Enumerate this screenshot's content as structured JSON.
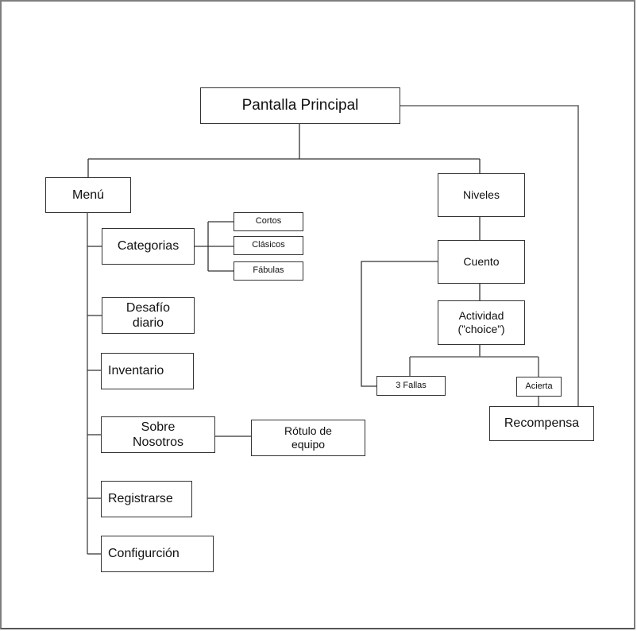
{
  "diagram": {
    "type": "site-map",
    "root": {
      "id": "pantalla-principal",
      "label": "Pantalla Principal"
    },
    "menu": {
      "label": "Menú",
      "items": [
        {
          "id": "categorias",
          "label": "Categorias",
          "children": [
            "Cortos",
            "Clásicos",
            "Fábulas"
          ]
        },
        {
          "id": "desafio-diario",
          "label": "Desafío\ndiario"
        },
        {
          "id": "inventario",
          "label": "Inventario"
        },
        {
          "id": "sobre-nosotros",
          "label": "Sobre\nNosotros",
          "children": [
            "Rótulo de\nequipo"
          ]
        },
        {
          "id": "registrarse",
          "label": "Registrarse"
        },
        {
          "id": "configuracion",
          "label": "Configurción"
        }
      ]
    },
    "categorias_children": {
      "cortos": "Cortos",
      "clasicos": "Clásicos",
      "fabulas": "Fábulas"
    },
    "sobre_nosotros_child": "Rótulo de\nequipo",
    "niveles": {
      "label": "Niveles",
      "cuento": "Cuento",
      "actividad": "Actividad\n(”choice”)",
      "fallas": "3 Fallas",
      "acierta": "Acierta",
      "recompensa": "Recompensa"
    },
    "edges": [
      [
        "Pantalla Principal",
        "Menú"
      ],
      [
        "Pantalla Principal",
        "Niveles"
      ],
      [
        "Pantalla Principal",
        "Recompensa"
      ],
      [
        "Menú",
        "Categorias"
      ],
      [
        "Menú",
        "Desafío diario"
      ],
      [
        "Menú",
        "Inventario"
      ],
      [
        "Menú",
        "Sobre Nosotros"
      ],
      [
        "Menú",
        "Registrarse"
      ],
      [
        "Menú",
        "Configurción"
      ],
      [
        "Categorias",
        "Cortos"
      ],
      [
        "Categorias",
        "Clásicos"
      ],
      [
        "Categorias",
        "Fábulas"
      ],
      [
        "Sobre Nosotros",
        "Rótulo de equipo"
      ],
      [
        "Niveles",
        "Cuento"
      ],
      [
        "Cuento",
        "Actividad (choice)"
      ],
      [
        "Actividad (choice)",
        "3 Fallas"
      ],
      [
        "Actividad (choice)",
        "Acierta"
      ],
      [
        "3 Fallas",
        "Cuento"
      ],
      [
        "Acierta",
        "Recompensa"
      ]
    ]
  }
}
